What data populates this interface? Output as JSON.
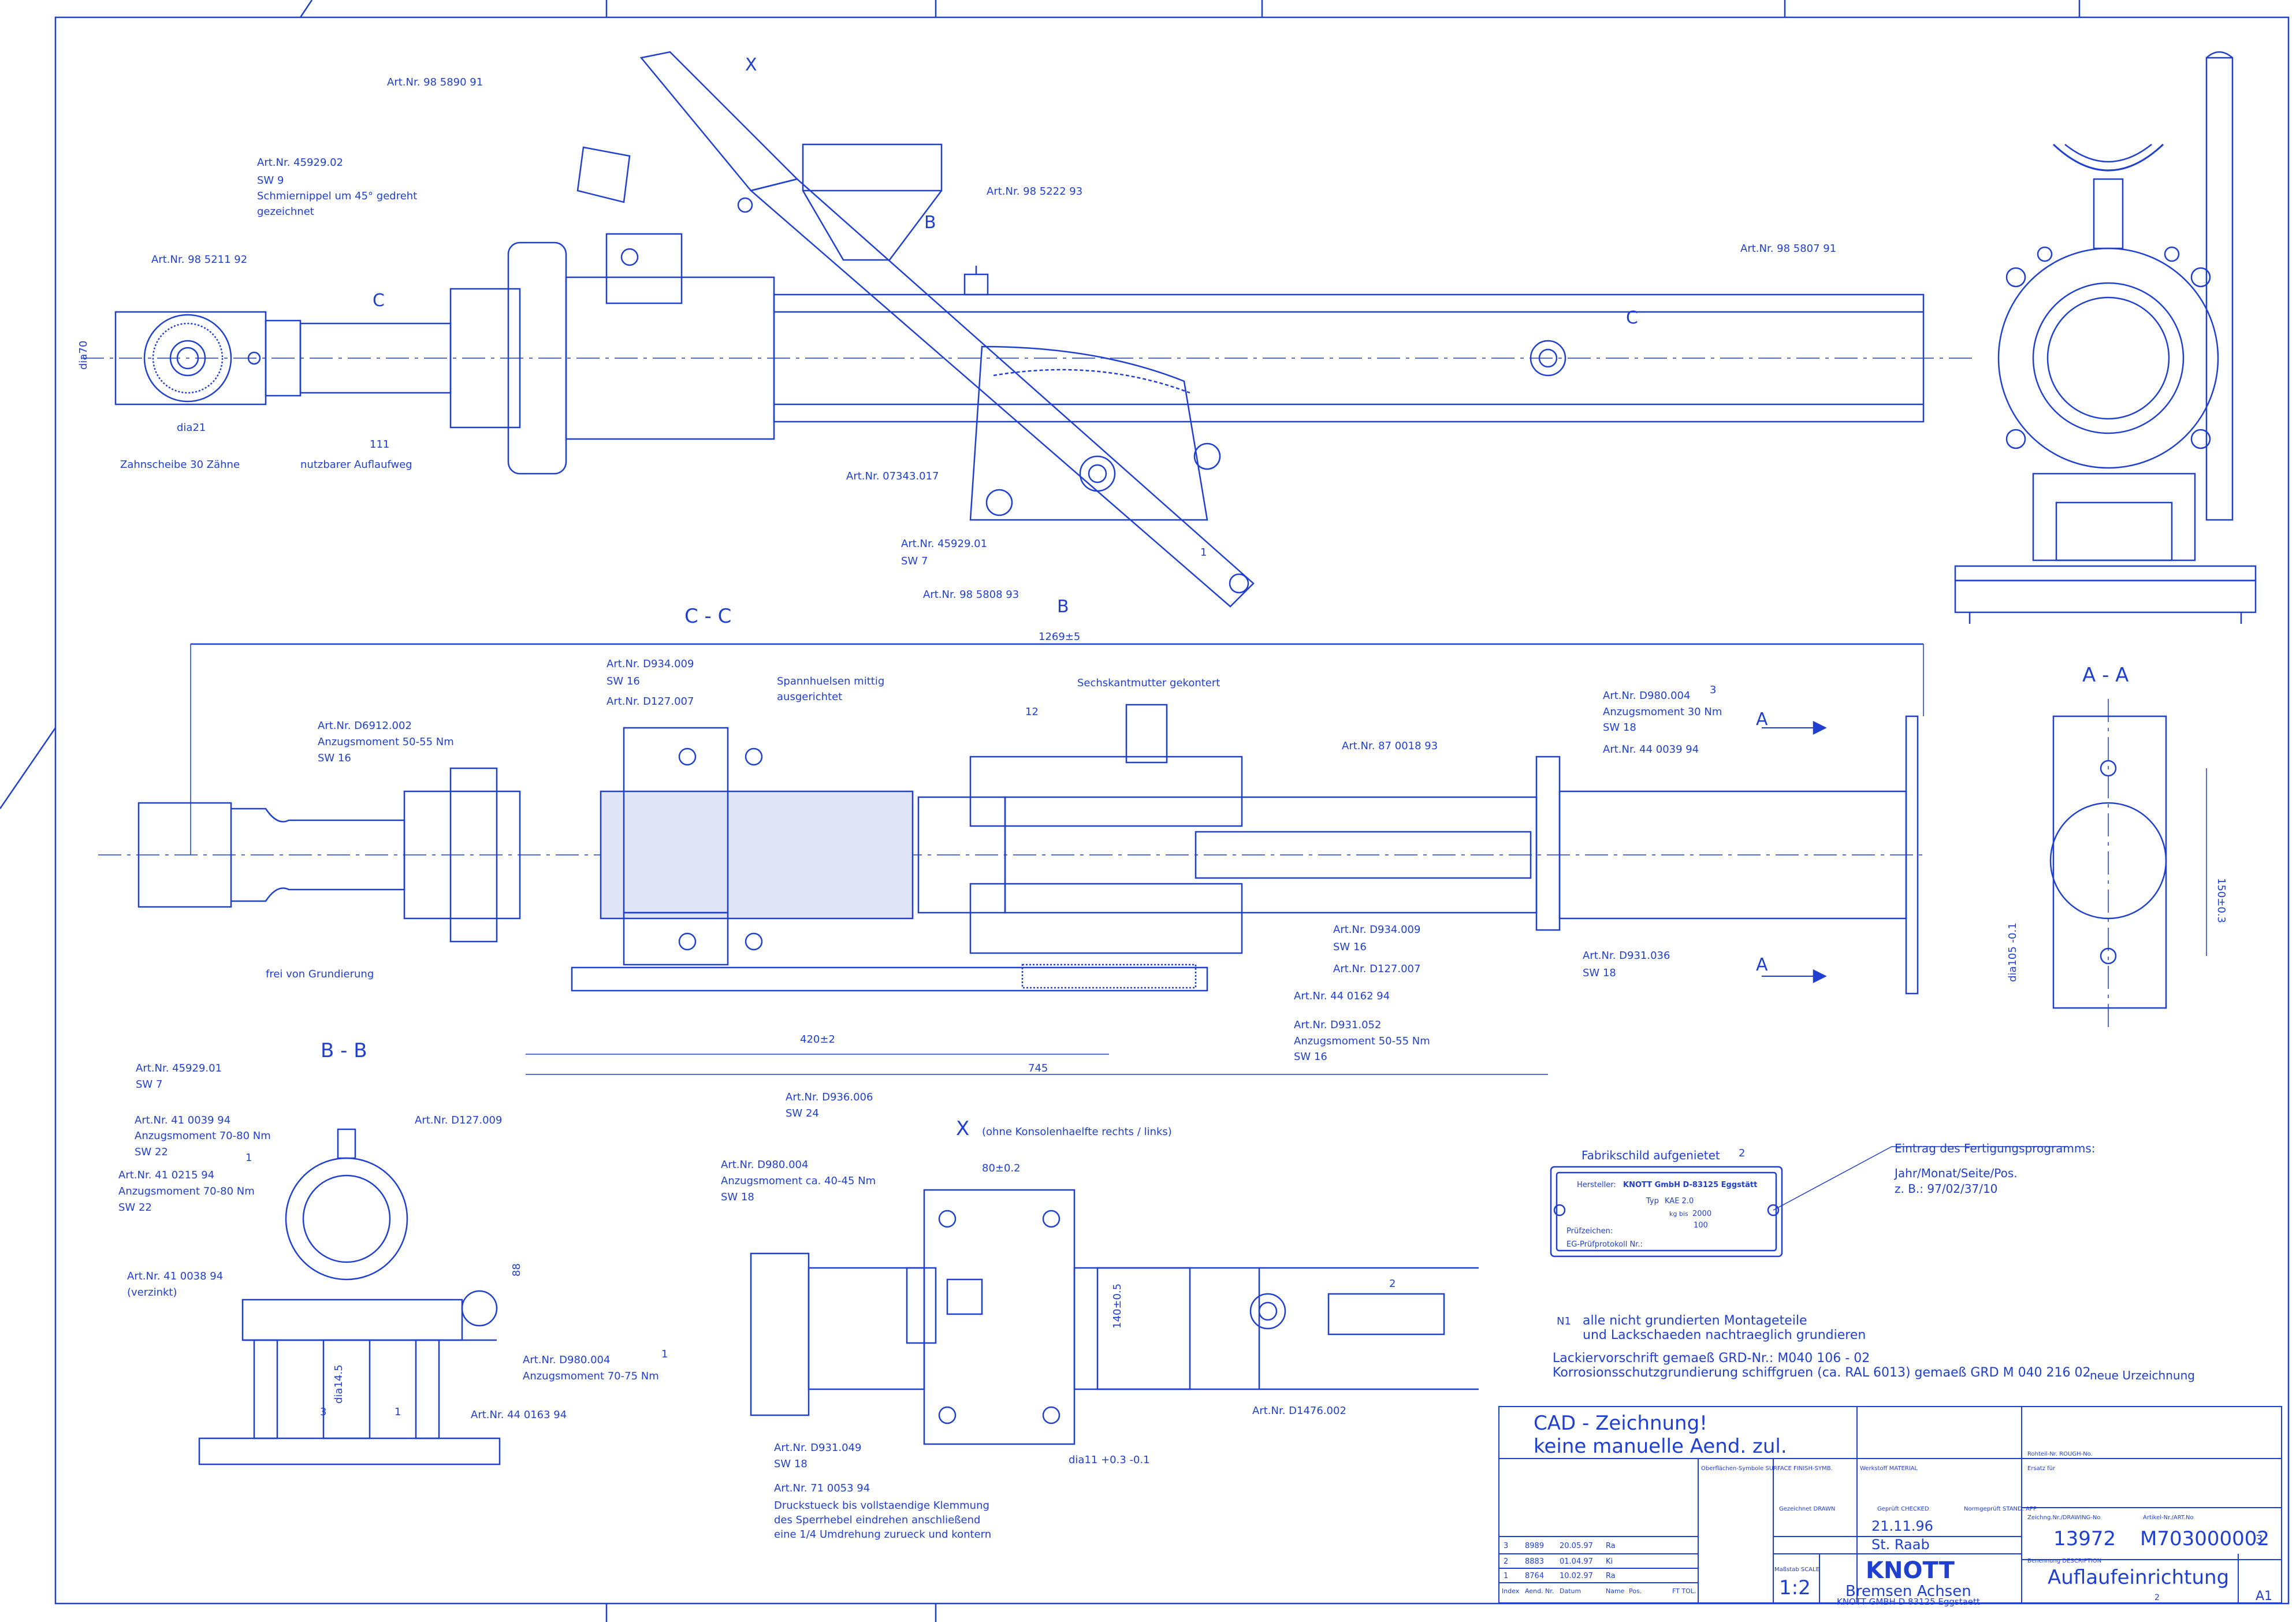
{
  "colors": {
    "ink": "#1f3fd0",
    "ink_dark": "#10249a",
    "paper": "#ffffff"
  },
  "views": {
    "x_arrow": "X",
    "cc": "C - C",
    "aa": "A - A",
    "bb": "B - B",
    "x_view": "X",
    "x_view_note": "(ohne Konsolenhaelfte rechts / links)",
    "b_marker": "B",
    "c_marker": "C",
    "a_marker": "A"
  },
  "top_view": {
    "art_98589091": "Art.Nr. 98 5890 91",
    "art_4592902": "Art.Nr. 45929.02",
    "sw9": "SW 9",
    "schmier1": "Schmiernippel um 45° gedreht",
    "schmier2": "gezeichnet",
    "art_98521192": "Art.Nr. 98 5211 92",
    "art_98522293": "Art.Nr. 98 5222 93",
    "art_98580791": "Art.Nr. 98 5807 91",
    "dia70": "dia70",
    "dia21": "dia21",
    "dim111": "111",
    "zahnscheibe": "Zahnscheibe 30 Zähne",
    "nutzbarer": "nutzbarer Auflaufweg",
    "art_07343017": "Art.Nr. 07343.017",
    "art_4592901": "Art.Nr. 45929.01",
    "sw7": "SW 7",
    "art_98580893": "Art.Nr. 98 5808 93",
    "circ1": "1"
  },
  "section_cc": {
    "dim1269": "1269±5",
    "art_d934009": "Art.Nr. D934.009",
    "sw16": "SW 16",
    "art_d127007": "Art.Nr. D127.007",
    "art_d6912002": "Art.Nr. D6912.002",
    "anz5055": "Anzugsmoment 50-55 Nm",
    "sw16b": "SW 16",
    "spann1": "Spannhuelsen mittig",
    "spann2": "ausgerichtet",
    "sechskant": "Sechskantmutter gekontert",
    "dim12": "12",
    "art_d980004": "Art.Nr. D980.004",
    "circ3": "3",
    "anz30": "Anzugsmoment 30 Nm",
    "sw18": "SW 18",
    "art_44003994": "Art.Nr. 44 0039 94",
    "art_87001893": "Art.Nr. 87 0018 93",
    "art_d934009b": "Art.Nr. D934.009",
    "sw16c": "SW 16",
    "art_d127007b": "Art.Nr. D127.007",
    "art_44016294": "Art.Nr. 44 0162 94",
    "art_d931052": "Art.Nr. D931.052",
    "anz5055b": "Anzugsmoment 50-55 Nm",
    "sw16d": "SW 16",
    "art_d931036": "Art.Nr. D931.036",
    "sw18b": "SW 18",
    "frei": "frei von Grundierung",
    "dim420": "420±2",
    "dim745": "745"
  },
  "section_aa": {
    "dim150": "150±0.3",
    "dia105": "dia105 -0.1"
  },
  "section_bb": {
    "art_4592901": "Art.Nr. 45929.01",
    "sw7": "SW 7",
    "art_41003994": "Art.Nr. 41 0039 94",
    "anz7080": "Anzugsmoment 70-80 Nm",
    "sw22": "SW 22",
    "art_d127009": "Art.Nr. D127.009",
    "circ1": "1",
    "art_41021594": "Art.Nr. 41 0215 94",
    "anz7080b": "Anzugsmoment 70-80 Nm",
    "sw22b": "SW 22",
    "art_41003894": "Art.Nr. 41 0038 94",
    "verzinkt": "(verzinkt)",
    "dim88": "88",
    "art_d980004": "Art.Nr. D980.004",
    "anz7075": "Anzugsmoment 70-75 Nm",
    "circ1b": "1",
    "dia145": "dia14.5",
    "circ3": "3",
    "circ1c": "1",
    "art_44016394": "Art.Nr. 44 0163 94"
  },
  "view_x": {
    "art_d936006": "Art.Nr. D936.006",
    "sw24": "SW 24",
    "art_d980004": "Art.Nr. D980.004",
    "anz4045": "Anzugsmoment ca. 40-45 Nm",
    "sw18": "SW 18",
    "dim80": "80±0.2",
    "dim140": "140±0.5",
    "circ2": "2",
    "art_d931049": "Art.Nr. D931.049",
    "sw18b": "SW 18",
    "art_71005394": "Art.Nr. 71 0053 94",
    "druck1": "Druckstueck bis vollstaendige Klemmung",
    "druck2": "des Sperrhebel eindrehen anschließend",
    "druck3": "eine 1/4 Umdrehung zurueck und kontern",
    "dia11": "dia11 +0.3 -0.1",
    "art_d1476002": "Art.Nr. D1476.002"
  },
  "nameplate": {
    "title": "Fabrikschild aufgenietet",
    "circ2": "2",
    "hersteller_label": "Hersteller:",
    "hersteller_value": "KNOTT GmbH D-83125 Eggstätt",
    "typ_label": "Typ",
    "typ_value": "KAE 2.0",
    "kg_value": "2000",
    "kg_unit": "kg bis",
    "stuetz_value": "100",
    "pruef_label": "Prüfzeichen:",
    "eg_label": "EG-Prüfprotokoll Nr.:",
    "eintrag_title": "Eintrag des Fertigungsprogramms:",
    "eintrag_1": "Jahr/Monat/Seite/Pos.",
    "eintrag_2": "z. B.: 97/02/37/10"
  },
  "notes": {
    "n1_mark": "N1",
    "n1_line1": "alle nicht grundierten Montageteile",
    "n1_line2": "und Lackschaeden nachtraeglich grundieren",
    "lack1": "Lackiervorschrift gemaeß GRD-Nr.: M040 106 - 02",
    "lack2": "Korrosionsschutzgrundierung schiffgruen (ca. RAL 6013) gemaeß GRD M 040 216 02",
    "neue": "neue Urzeichnung"
  },
  "title_block": {
    "cad1": "CAD - Zeichnung!",
    "cad2": "keine manuelle Aend. zul.",
    "revisions": [
      {
        "idx": "3",
        "nr": "8989",
        "date": "20.05.97",
        "name": "Ra"
      },
      {
        "idx": "2",
        "nr": "8883",
        "date": "01.04.97",
        "name": "Ki"
      },
      {
        "idx": "1",
        "nr": "8764",
        "date": "10.02.97",
        "name": "Ra"
      }
    ],
    "rev_hdr_index": "Index",
    "rev_hdr_nr": "Aend. Nr.",
    "rev_hdr_date": "Datum",
    "rev_hdr_name": "Name",
    "rev_hdr_pos": "Pos.",
    "rev_hdr_ft": "FT TOL.",
    "date": "21.11.96",
    "drawn_label": "Gezeichnet DRAWN",
    "checked_label": "Geprüft CHECKED",
    "std_label": "Normgeprüft STAND. APP",
    "name": "St. Raab",
    "scale_label": "Maßstab SCALE",
    "scale": "1:2",
    "zeichnungs_nr": "13972",
    "art_nr": "M703000002",
    "art_circ": "3",
    "company_logo": "KNOTT",
    "company_line": "Bremsen Achsen",
    "company_addr": "KNOTT GMBH D 83125 Eggstaett",
    "benennung": "Auflaufeinrichtung",
    "sheet_size": "A1",
    "werkstoff_label": "Werkstoff MATERIAL",
    "ersatz_label": "Ersatz für",
    "zeichn_label": "Zeichng.Nr./DRAWING-No",
    "artikel_label": "Artikel-Nr./ART.No",
    "benennung_label": "Benennung DESCRIPTION",
    "oberfl_label": "Oberflächen-Symbole SURFACE FINISH-SYMB.",
    "rohteil_label": "Rohteil-Nr. ROUGH-No.",
    "form_circ": "2"
  }
}
